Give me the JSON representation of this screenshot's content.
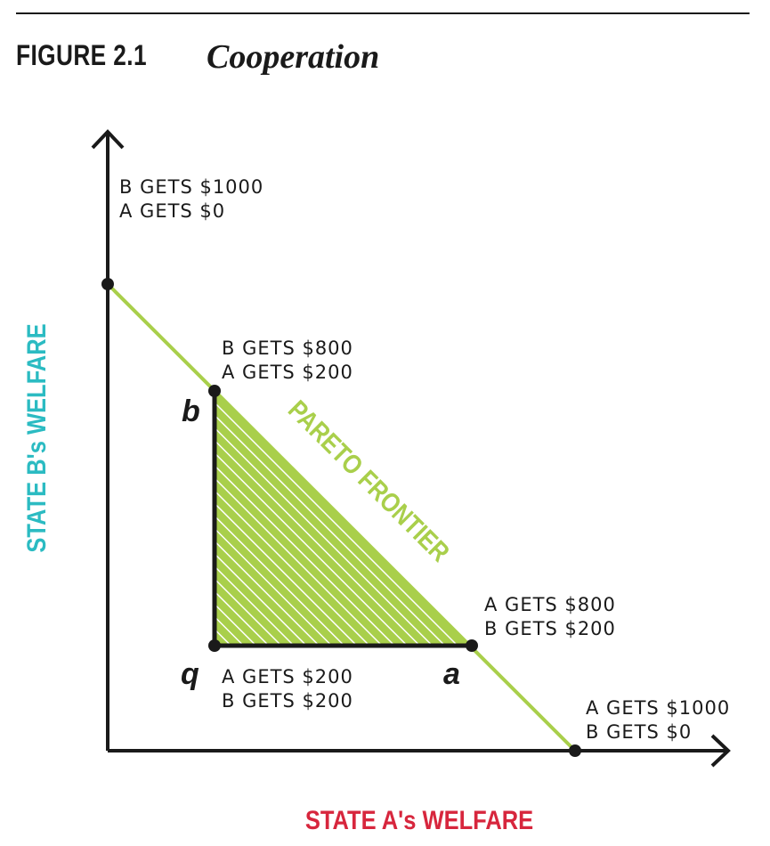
{
  "header": {
    "figure_number": "FIGURE 2.1",
    "title": "Cooperation"
  },
  "axes": {
    "y_label": "STATE B's WELFARE",
    "x_label": "STATE A's WELFARE",
    "y_color": "#2bbbc2",
    "x_color": "#d7263d"
  },
  "frontier": {
    "label": "PARETO FRONTIER",
    "color": "#a9cf4b",
    "fill_color": "#a9cf4b"
  },
  "points": {
    "top": {
      "line1": "B GETS $1000",
      "line2": "A GETS $0"
    },
    "b": {
      "letter": "b",
      "line1": "B GETS $800",
      "line2": "A GETS $200"
    },
    "a": {
      "letter": "a",
      "line1": "A GETS $800",
      "line2": "B GETS $200"
    },
    "q": {
      "letter": "q",
      "line1": "A GETS $200",
      "line2": "B GETS $200"
    },
    "bottom": {
      "line1": "A GETS $1000",
      "line2": "B GETS $0"
    }
  }
}
